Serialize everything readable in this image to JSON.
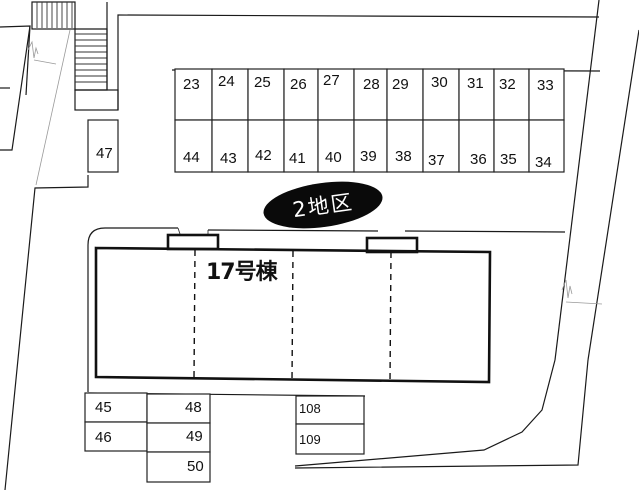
{
  "map": {
    "district_label": "2地区",
    "building_label": "17号棟",
    "parking_top_row": [
      "23",
      "24",
      "25",
      "26",
      "27",
      "28",
      "29",
      "30",
      "31",
      "32",
      "33"
    ],
    "parking_bottom_row": [
      "44",
      "43",
      "42",
      "41",
      "40",
      "39",
      "38",
      "37",
      "36",
      "35",
      "34"
    ],
    "parking_left_single": "47",
    "parking_lower_left": [
      "45",
      "46"
    ],
    "parking_lower_mid": [
      "48",
      "49",
      "50"
    ],
    "parking_lower_right": [
      "108",
      "109"
    ],
    "colors": {
      "line": "#1a1a1a",
      "district_badge": "#0a0a0a",
      "background": "#ffffff"
    }
  }
}
